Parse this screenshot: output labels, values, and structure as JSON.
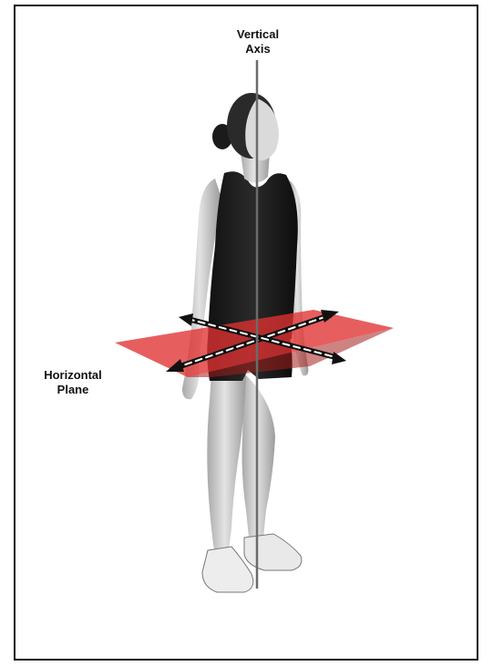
{
  "labels": {
    "vertical_axis_line1": "Vertical",
    "vertical_axis_line2": "Axis",
    "horizontal_plane_line1": "Horizontal",
    "horizontal_plane_line2": "Plane"
  },
  "colors": {
    "plane": "#e03131",
    "axis": "#6b6b6b",
    "figure_skin": "#cfcfcf",
    "figure_clothing": "#1c1c1c"
  }
}
